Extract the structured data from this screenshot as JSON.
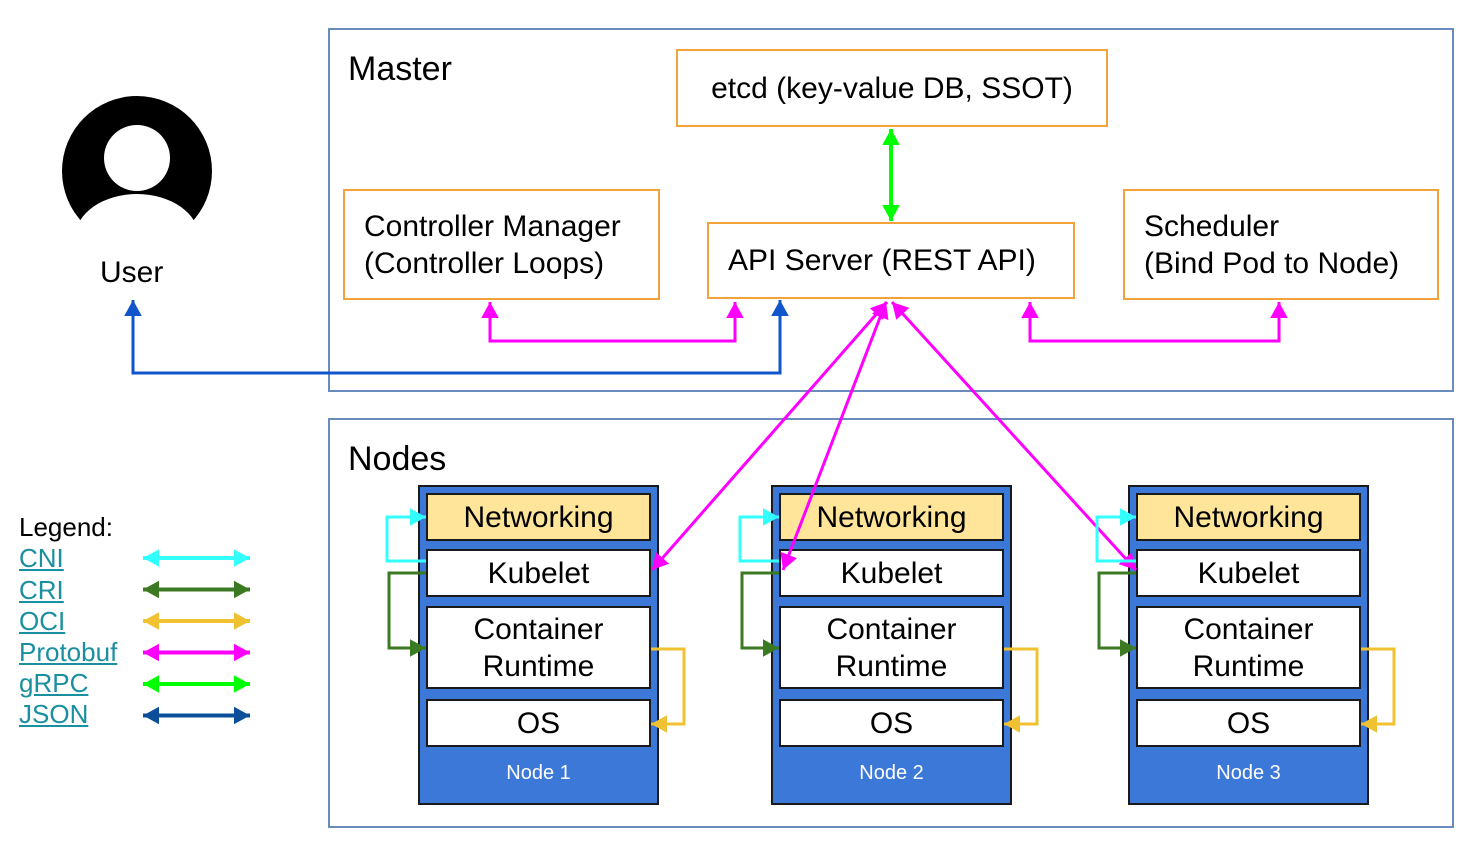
{
  "user": {
    "label": "User"
  },
  "master": {
    "title": "Master",
    "etcd": "etcd (key-value DB, SSOT)",
    "controller_manager": {
      "line1": "Controller Manager",
      "line2": "(Controller Loops)"
    },
    "api_server": "API Server (REST API)",
    "scheduler": {
      "line1": "Scheduler",
      "line2": "(Bind Pod to Node)"
    }
  },
  "nodes": {
    "title": "Nodes",
    "items": [
      {
        "networking": "Networking",
        "kubelet": "Kubelet",
        "runtime_line1": "Container",
        "runtime_line2": "Runtime",
        "os": "OS",
        "label": "Node 1"
      },
      {
        "networking": "Networking",
        "kubelet": "Kubelet",
        "runtime_line1": "Container",
        "runtime_line2": "Runtime",
        "os": "OS",
        "label": "Node 2"
      },
      {
        "networking": "Networking",
        "kubelet": "Kubelet",
        "runtime_line1": "Container",
        "runtime_line2": "Runtime",
        "os": "OS",
        "label": "Node 3"
      }
    ]
  },
  "legend": {
    "title": "Legend:",
    "items": [
      {
        "label": "CNI",
        "color": "#33ffff"
      },
      {
        "label": "CRI",
        "color": "#3b7a22"
      },
      {
        "label": "OCI",
        "color": "#f0c232"
      },
      {
        "label": "Protobuf",
        "color": "#ff00ff"
      },
      {
        "label": "gRPC",
        "color": "#00ff00"
      },
      {
        "label": "JSON",
        "color": "#0b4f9a"
      }
    ]
  },
  "colors": {
    "cluster_border": "#6a8cbc",
    "box_border": "#f2a23a",
    "node_fill": "#3c78d8",
    "networking_fill": "#ffe599",
    "json_arrow": "#1155cc",
    "protobuf_arrow": "#ff00ff",
    "grpc_arrow": "#00ff00"
  },
  "icons": {
    "user": "user-avatar-icon"
  }
}
